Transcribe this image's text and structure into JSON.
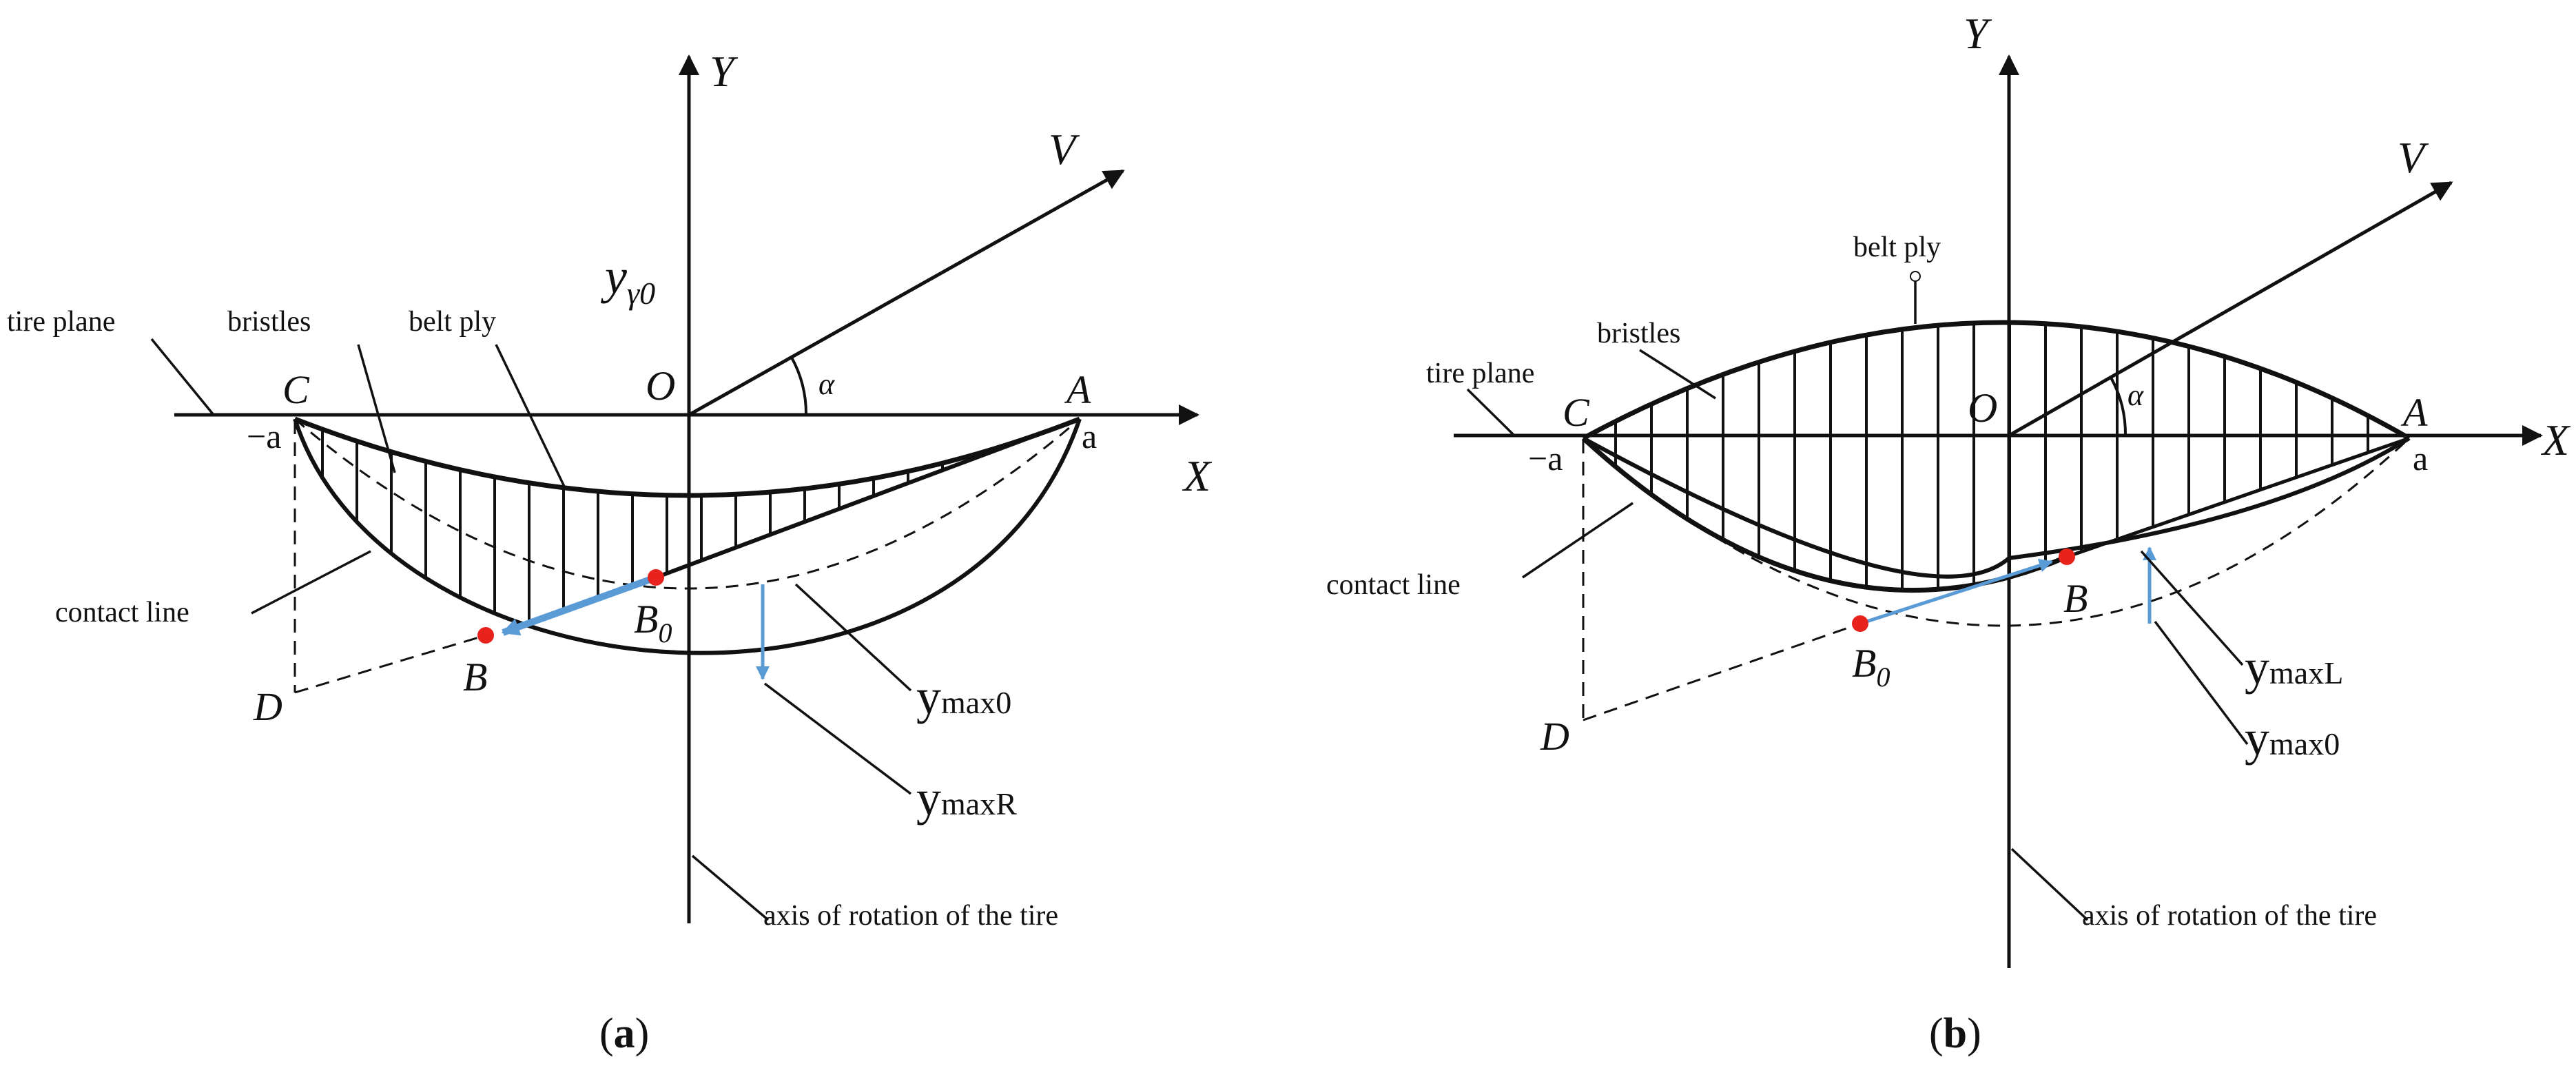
{
  "panel_a": {
    "label_Y": "Y",
    "label_X": "X",
    "label_V": "V",
    "label_alpha": "α",
    "label_O": "O",
    "label_C": "C",
    "label_A": "A",
    "label_minus_a": "−a",
    "label_a": "a",
    "label_D": "D",
    "label_B": "B",
    "label_B0_base": "B",
    "label_B0_sub": "0",
    "label_y_gamma_base": "y",
    "label_y_gamma_sub": "γ0",
    "tire_plane": "tire plane",
    "bristles": "bristles",
    "belt_ply": "belt ply",
    "contact_line": "contact line",
    "ymax0_base": "y",
    "ymax0_sub": "max0",
    "ymaxR_base": "y",
    "ymaxR_sub": "maxR",
    "axis_rotation": "axis of rotation of the tire",
    "caption_open": "(",
    "caption_letter": "a",
    "caption_close": ")"
  },
  "panel_b": {
    "label_Y": "Y",
    "label_X": "X",
    "label_V": "V",
    "label_alpha": "α",
    "label_O": "O",
    "label_C": "C",
    "label_A": "A",
    "label_minus_a": "−a",
    "label_a": "a",
    "label_D": "D",
    "label_B": "B",
    "label_B0_base": "B",
    "label_B0_sub": "0",
    "tire_plane": "tire plane",
    "bristles": "bristles",
    "belt_ply": "belt ply",
    "contact_line": "contact line",
    "ymaxL_base": "y",
    "ymaxL_sub": "maxL",
    "ymax0_base": "y",
    "ymax0_sub": "max0",
    "axis_rotation": "axis of rotation of the tire",
    "caption_open": "(",
    "caption_letter": "b",
    "caption_close": ")"
  },
  "colors": {
    "line": "#111111",
    "accent_blue": "#5b9bd5",
    "point_red": "#e8231d"
  }
}
